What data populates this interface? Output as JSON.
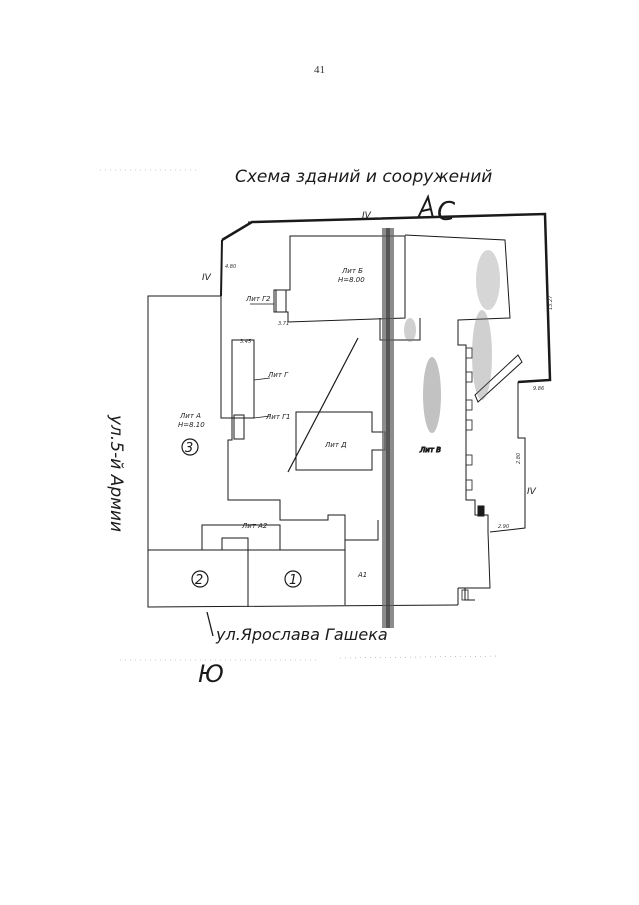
{
  "page_number": "41",
  "title": "Схема зданий и сооружений",
  "compass": {
    "north": "С",
    "south": "Ю"
  },
  "streets": {
    "west": "ул.5-й Армии",
    "south": "ул.Ярослава Гашека"
  },
  "section_marks": [
    "IV",
    "IV",
    "IV"
  ],
  "buildings": {
    "lit_b": {
      "name": "Лит Б",
      "height": "Н=8.00"
    },
    "lit_a": {
      "name": "Лит А",
      "height": "Н=8.10",
      "number": "3"
    },
    "lit_g": "Лит Г",
    "lit_g1": "Лит Г1",
    "lit_g2": "Лит Г2",
    "lit_d": "Лит Д",
    "lit_v": "Лит В",
    "lit_a2": "Лит А2",
    "a1": "А1",
    "plot_2": "2",
    "plot_1": "1"
  },
  "dimensions": [
    "4.80",
    "3.71",
    "3.45",
    "9.86",
    "13.27",
    "2.80",
    "2.90"
  ]
}
